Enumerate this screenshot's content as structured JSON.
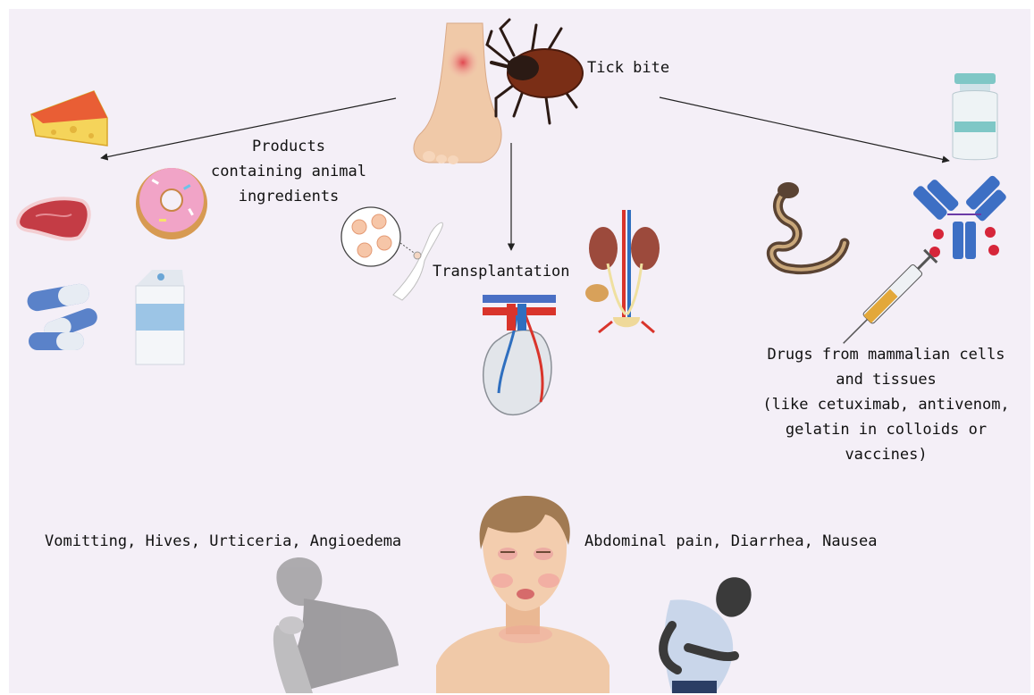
{
  "source": {
    "label": "Tick bite"
  },
  "pathways": {
    "products": {
      "lines": [
        "Products",
        "containing animal",
        "ingredients"
      ]
    },
    "transplantation": {
      "label": "Transplantation"
    },
    "drugs": {
      "lines": [
        "Drugs from mammalian cells",
        "and tissues",
        "(like cetuximab, antivenom,",
        "gelatin in colloids or",
        "vaccines)"
      ]
    }
  },
  "symptoms": {
    "left": "Vomitting, Hives, Urticeria, Angioedema",
    "right": "Abdominal pain, Diarrhea, Nausea"
  },
  "colors": {
    "background": "#f4eff7",
    "tick_body": "#7a2e16",
    "tick_legs": "#2b1a14",
    "skin": "#f0c9a8",
    "artery": "#d9342b",
    "vein": "#2f6fbf",
    "antibody": "#3d6fc4",
    "epitope": "#d6263a"
  },
  "icons": [
    "foot-icon",
    "tick-icon",
    "cheese-icon",
    "meat-icon",
    "donut-icon",
    "capsule-icon",
    "milk-carton-icon",
    "cells-icon",
    "arm-icon",
    "kidney-icon",
    "heart-icon",
    "vial-icon",
    "snake-icon",
    "antibody-icon",
    "syringe-icon",
    "person-vomiting-icon",
    "face-icon",
    "person-abdominal-pain-icon"
  ]
}
